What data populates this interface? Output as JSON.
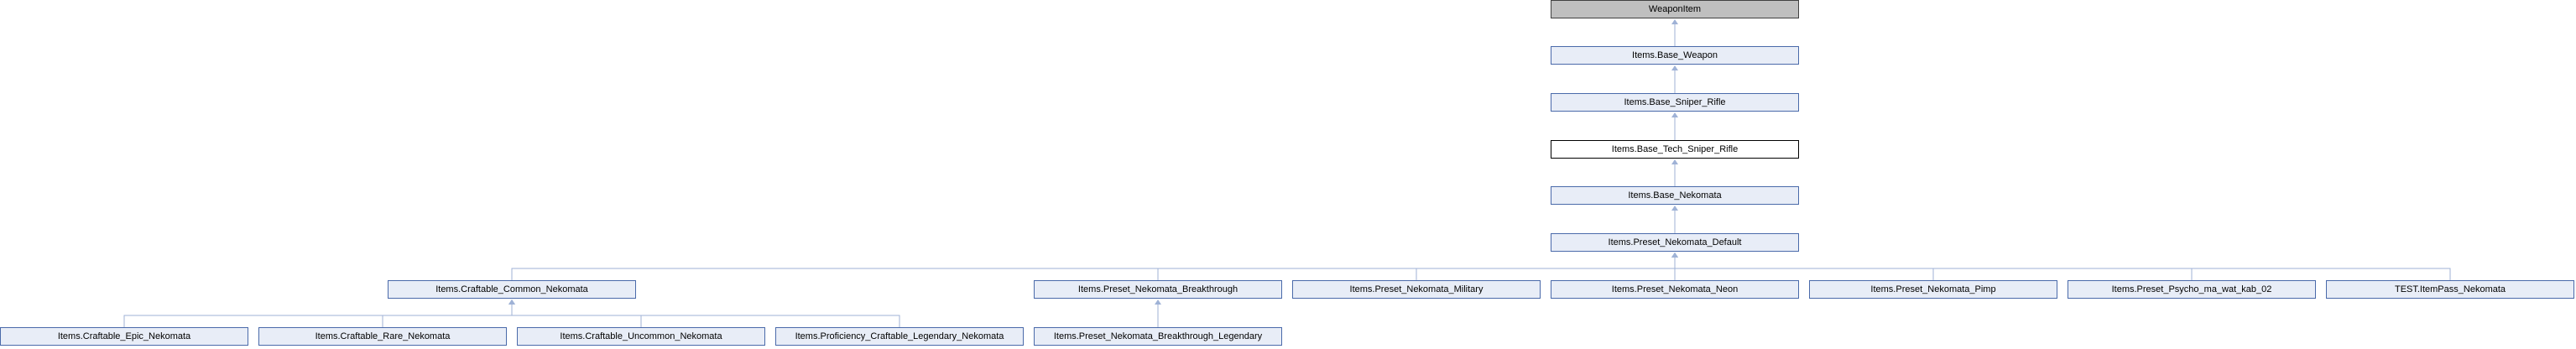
{
  "nodes": [
    {
      "id": "weapon_item",
      "label": "WeaponItem",
      "style": "root"
    },
    {
      "id": "base_weapon",
      "label": "Items.Base_Weapon",
      "style": "normal"
    },
    {
      "id": "base_sniper_rifle",
      "label": "Items.Base_Sniper_Rifle",
      "style": "normal"
    },
    {
      "id": "base_tech_sniper_rifle",
      "label": "Items.Base_Tech_Sniper_Rifle",
      "style": "focus"
    },
    {
      "id": "base_nekomata",
      "label": "Items.Base_Nekomata",
      "style": "normal"
    },
    {
      "id": "preset_nekomata_default",
      "label": "Items.Preset_Nekomata_Default",
      "style": "normal"
    },
    {
      "id": "craftable_common_nekomata",
      "label": "Items.Craftable_Common_Nekomata",
      "style": "normal"
    },
    {
      "id": "preset_nekomata_breakthrough",
      "label": "Items.Preset_Nekomata_Breakthrough",
      "style": "normal"
    },
    {
      "id": "preset_nekomata_military",
      "label": "Items.Preset_Nekomata_Military",
      "style": "normal"
    },
    {
      "id": "preset_nekomata_neon",
      "label": "Items.Preset_Nekomata_Neon",
      "style": "normal"
    },
    {
      "id": "preset_nekomata_pimp",
      "label": "Items.Preset_Nekomata_Pimp",
      "style": "normal"
    },
    {
      "id": "preset_psycho_ma_wat_kab_02",
      "label": "Items.Preset_Psycho_ma_wat_kab_02",
      "style": "normal"
    },
    {
      "id": "test_itempass_nekomata",
      "label": "TEST.ItemPass_Nekomata",
      "style": "normal"
    },
    {
      "id": "craftable_epic_nekomata",
      "label": "Items.Craftable_Epic_Nekomata",
      "style": "normal"
    },
    {
      "id": "craftable_rare_nekomata",
      "label": "Items.Craftable_Rare_Nekomata",
      "style": "normal"
    },
    {
      "id": "craftable_uncommon_nekomata",
      "label": "Items.Craftable_Uncommon_Nekomata",
      "style": "normal"
    },
    {
      "id": "proficiency_craftable_legendary_nekomata",
      "label": "Items.Proficiency_Craftable_Legendary_Nekomata",
      "style": "normal"
    },
    {
      "id": "preset_nekomata_breakthrough_legendary",
      "label": "Items.Preset_Nekomata_Breakthrough_Legendary",
      "style": "normal"
    }
  ],
  "edges": [
    {
      "from": "base_weapon",
      "to": "weapon_item"
    },
    {
      "from": "base_sniper_rifle",
      "to": "base_weapon"
    },
    {
      "from": "base_tech_sniper_rifle",
      "to": "base_sniper_rifle"
    },
    {
      "from": "base_nekomata",
      "to": "base_tech_sniper_rifle"
    },
    {
      "from": "preset_nekomata_default",
      "to": "base_nekomata"
    },
    {
      "from": "craftable_common_nekomata",
      "to": "preset_nekomata_default"
    },
    {
      "from": "preset_nekomata_breakthrough",
      "to": "preset_nekomata_default"
    },
    {
      "from": "preset_nekomata_military",
      "to": "preset_nekomata_default"
    },
    {
      "from": "preset_nekomata_neon",
      "to": "preset_nekomata_default"
    },
    {
      "from": "preset_nekomata_pimp",
      "to": "preset_nekomata_default"
    },
    {
      "from": "preset_psycho_ma_wat_kab_02",
      "to": "preset_nekomata_default"
    },
    {
      "from": "test_itempass_nekomata",
      "to": "preset_nekomata_default"
    },
    {
      "from": "craftable_epic_nekomata",
      "to": "craftable_common_nekomata"
    },
    {
      "from": "craftable_rare_nekomata",
      "to": "craftable_common_nekomata"
    },
    {
      "from": "craftable_uncommon_nekomata",
      "to": "craftable_common_nekomata"
    },
    {
      "from": "proficiency_craftable_legendary_nekomata",
      "to": "craftable_common_nekomata"
    },
    {
      "from": "preset_nekomata_breakthrough_legendary",
      "to": "preset_nekomata_breakthrough"
    }
  ],
  "colors": {
    "edge": "#9fb2d6",
    "node_fill": "#e8edf7",
    "node_border": "#4a6aaa",
    "root_fill": "#bfbfbf"
  }
}
